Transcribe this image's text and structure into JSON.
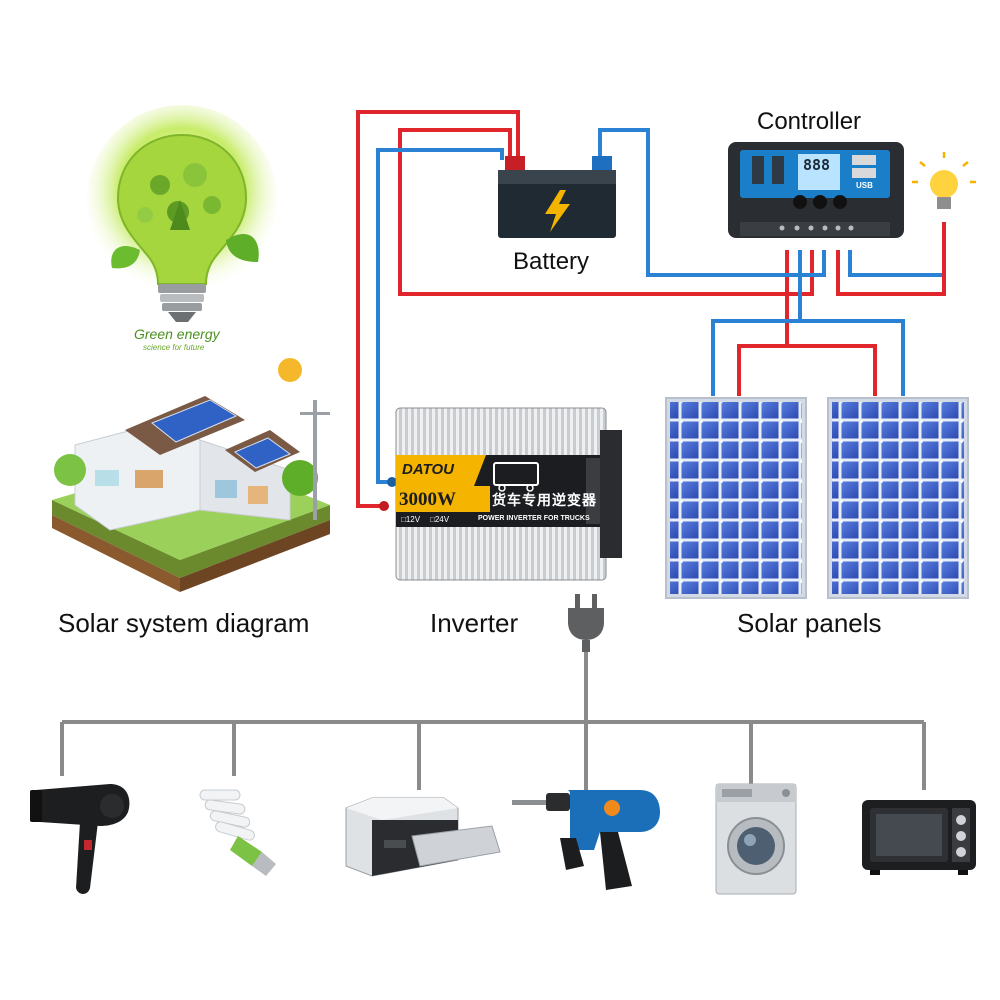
{
  "labels": {
    "controller": "Controller",
    "battery": "Battery",
    "solar_system_diagram": "Solar system diagram",
    "inverter": "Inverter",
    "solar_panels": "Solar panels"
  },
  "green_bulb": {
    "title": "Green energy",
    "subtitle": "science for future"
  },
  "inverter_device": {
    "brand": "DATOU",
    "power": "3000W",
    "chinese": "货车专用逆变器",
    "english": "POWER INVERTER FOR TRUCKS",
    "v12": "□12V",
    "v24": "□24V"
  },
  "controller_device": {
    "display": "888",
    "usb": "USB"
  },
  "colors": {
    "positive_wire": "#e0262b",
    "negative_wire": "#2b82d4",
    "ac_line": "#8a8a8a",
    "panel_cell": "#3a5fc9"
  },
  "icons": [
    "green-energy-bulb-icon",
    "solar-house-icon",
    "battery-icon",
    "controller-icon",
    "light-bulb-icon",
    "inverter-icon",
    "solar-panel-icon",
    "plug-icon",
    "hair-dryer-icon",
    "cfl-bulb-icon",
    "printer-icon",
    "drill-icon",
    "washing-machine-icon",
    "microwave-oven-icon"
  ]
}
